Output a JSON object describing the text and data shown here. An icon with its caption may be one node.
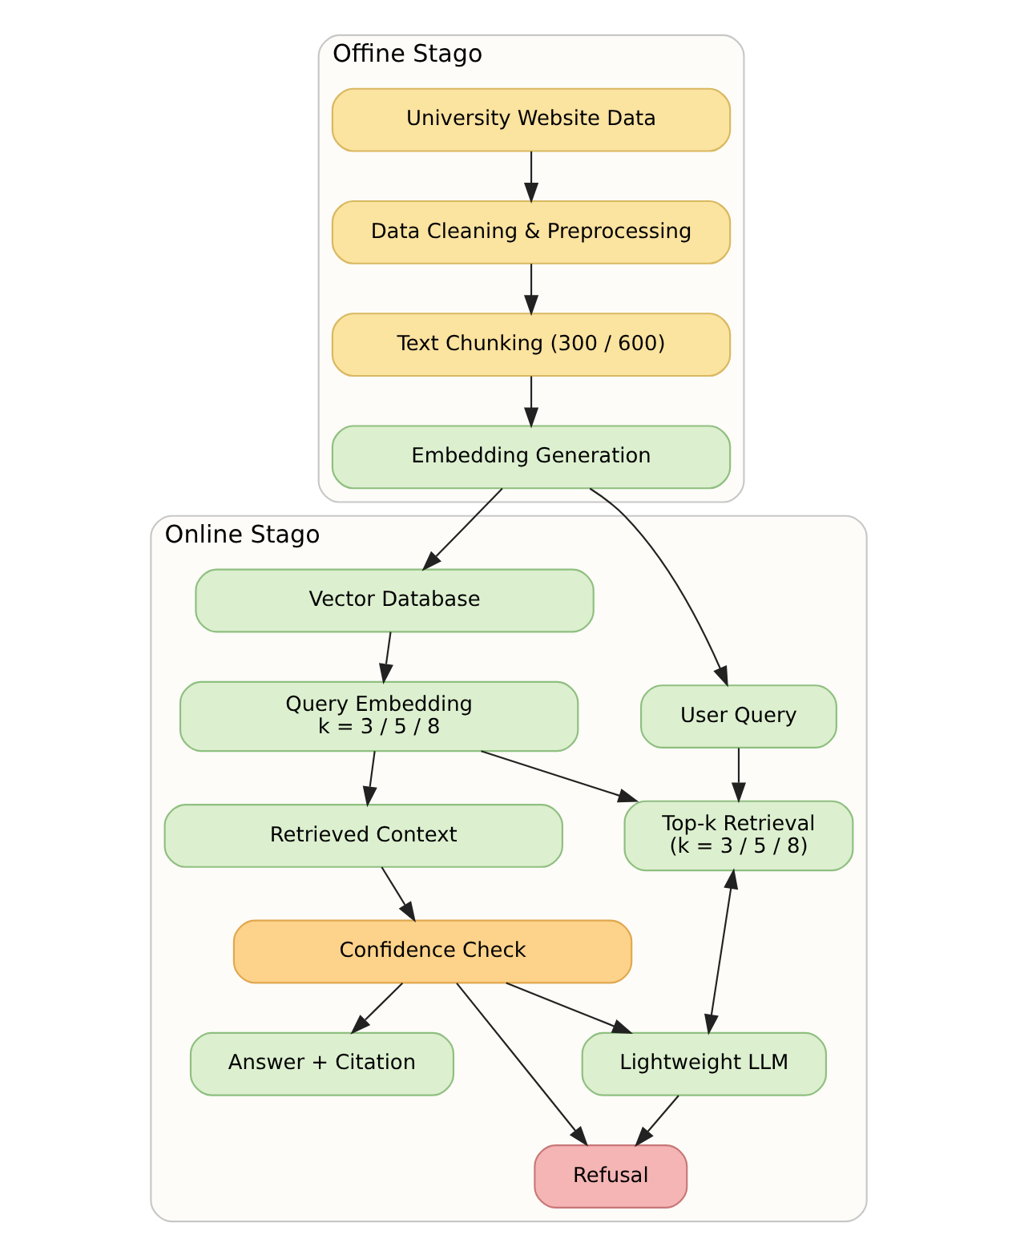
{
  "diagram": {
    "nodes": [
      {
        "text": [
          "Offine Stago"
        ]
      },
      {
        "text": [
          "University Website Data"
        ],
        "in": 0
      },
      {
        "text": [
          "Data Cleaning & Preprocessing"
        ],
        "in": 0
      },
      {
        "text": [
          "Text Chunking (300 / 600)"
        ],
        "in": 0
      },
      {
        "text": [
          "Embedding Generation"
        ],
        "in": 0
      },
      {
        "text": [
          "Online Stago"
        ]
      },
      {
        "text": [
          "Vector Database"
        ],
        "in": 5
      },
      {
        "text": [
          "Query Embedding",
          "k = 3 / 5 / 8"
        ],
        "in": 5
      },
      {
        "text": [
          "Retrieved Context"
        ],
        "in": 5
      },
      {
        "text": [
          "Confidence Check"
        ],
        "in": 5
      },
      {
        "text": [
          "Answer + Citation"
        ],
        "in": 5
      },
      {
        "text": [
          "Refusal"
        ],
        "in": 5
      },
      {
        "text": [
          "User Query"
        ],
        "in": 5
      },
      {
        "text": [
          "Top-k Retrieval",
          "(k = 3 / 5 / 8)"
        ],
        "in": 5
      },
      {
        "text": [
          "Lightweight LLM"
        ],
        "in": 5
      }
    ],
    "edges": [
      {
        "from": 1,
        "to": 2,
        "arrow": "to"
      },
      {
        "from": 2,
        "to": 3,
        "arrow": "to"
      },
      {
        "from": 3,
        "to": 4,
        "arrow": "to"
      },
      {
        "from": 4,
        "to": 6,
        "arrow": "to"
      },
      {
        "from": 4,
        "to": 12,
        "arrow": "to"
      },
      {
        "from": 6,
        "to": 7,
        "arrow": "to"
      },
      {
        "from": 12,
        "to": 13,
        "arrow": "to"
      },
      {
        "from": 7,
        "to": 13,
        "arrow": "to"
      },
      {
        "from": 7,
        "to": 8,
        "arrow": "to"
      },
      {
        "from": 13,
        "to": 14,
        "arrow": "both"
      },
      {
        "from": 8,
        "to": 9,
        "arrow": "to"
      },
      {
        "from": 9,
        "to": 14,
        "arrow": "to"
      },
      {
        "from": 9,
        "to": 10,
        "arrow": "to"
      },
      {
        "from": 9,
        "to": 11,
        "arrow": "to"
      },
      {
        "from": 14,
        "to": 11,
        "arrow": "to"
      }
    ]
  }
}
